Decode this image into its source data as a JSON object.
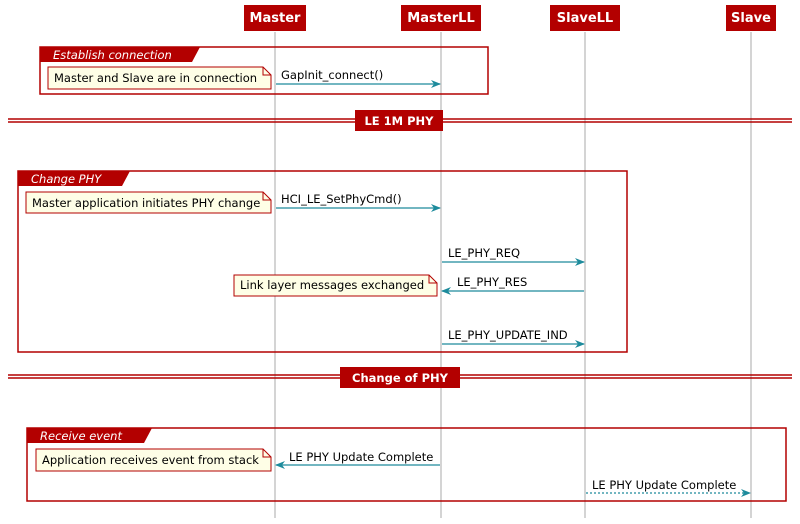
{
  "participants": [
    {
      "id": "master",
      "label": "Master"
    },
    {
      "id": "masterll",
      "label": "MasterLL"
    },
    {
      "id": "slavell",
      "label": "SlaveLL"
    },
    {
      "id": "slave",
      "label": "Slave"
    }
  ],
  "groups": [
    {
      "label": "Establish connection"
    },
    {
      "label": "Change PHY"
    },
    {
      "label": "Receive event"
    }
  ],
  "dividers": [
    {
      "label": "LE 1M PHY"
    },
    {
      "label": "Change of PHY"
    }
  ],
  "notes": [
    {
      "text": "Master and Slave are in connection"
    },
    {
      "text": "Master application initiates PHY change"
    },
    {
      "text": "Link layer messages exchanged"
    },
    {
      "text": "Application receives event from stack"
    }
  ],
  "messages": [
    {
      "label": "GapInit_connect()",
      "from": "master",
      "to": "masterll",
      "style": "solid"
    },
    {
      "label": "HCI_LE_SetPhyCmd()",
      "from": "master",
      "to": "masterll",
      "style": "solid"
    },
    {
      "label": "LE_PHY_REQ",
      "from": "masterll",
      "to": "slavell",
      "style": "solid"
    },
    {
      "label": "LE_PHY_RES",
      "from": "slavell",
      "to": "masterll",
      "style": "solid"
    },
    {
      "label": "LE_PHY_UPDATE_IND",
      "from": "masterll",
      "to": "slavell",
      "style": "solid"
    },
    {
      "label": "LE PHY Update Complete",
      "from": "masterll",
      "to": "master",
      "style": "solid"
    },
    {
      "label": "LE PHY Update Complete",
      "from": "slavell",
      "to": "slave",
      "style": "dashed"
    }
  ],
  "colors": {
    "accent": "#b30000",
    "arrow": "#1d8b9c",
    "note_fill": "#fefee6",
    "lifeline": "#a8a8a8"
  }
}
